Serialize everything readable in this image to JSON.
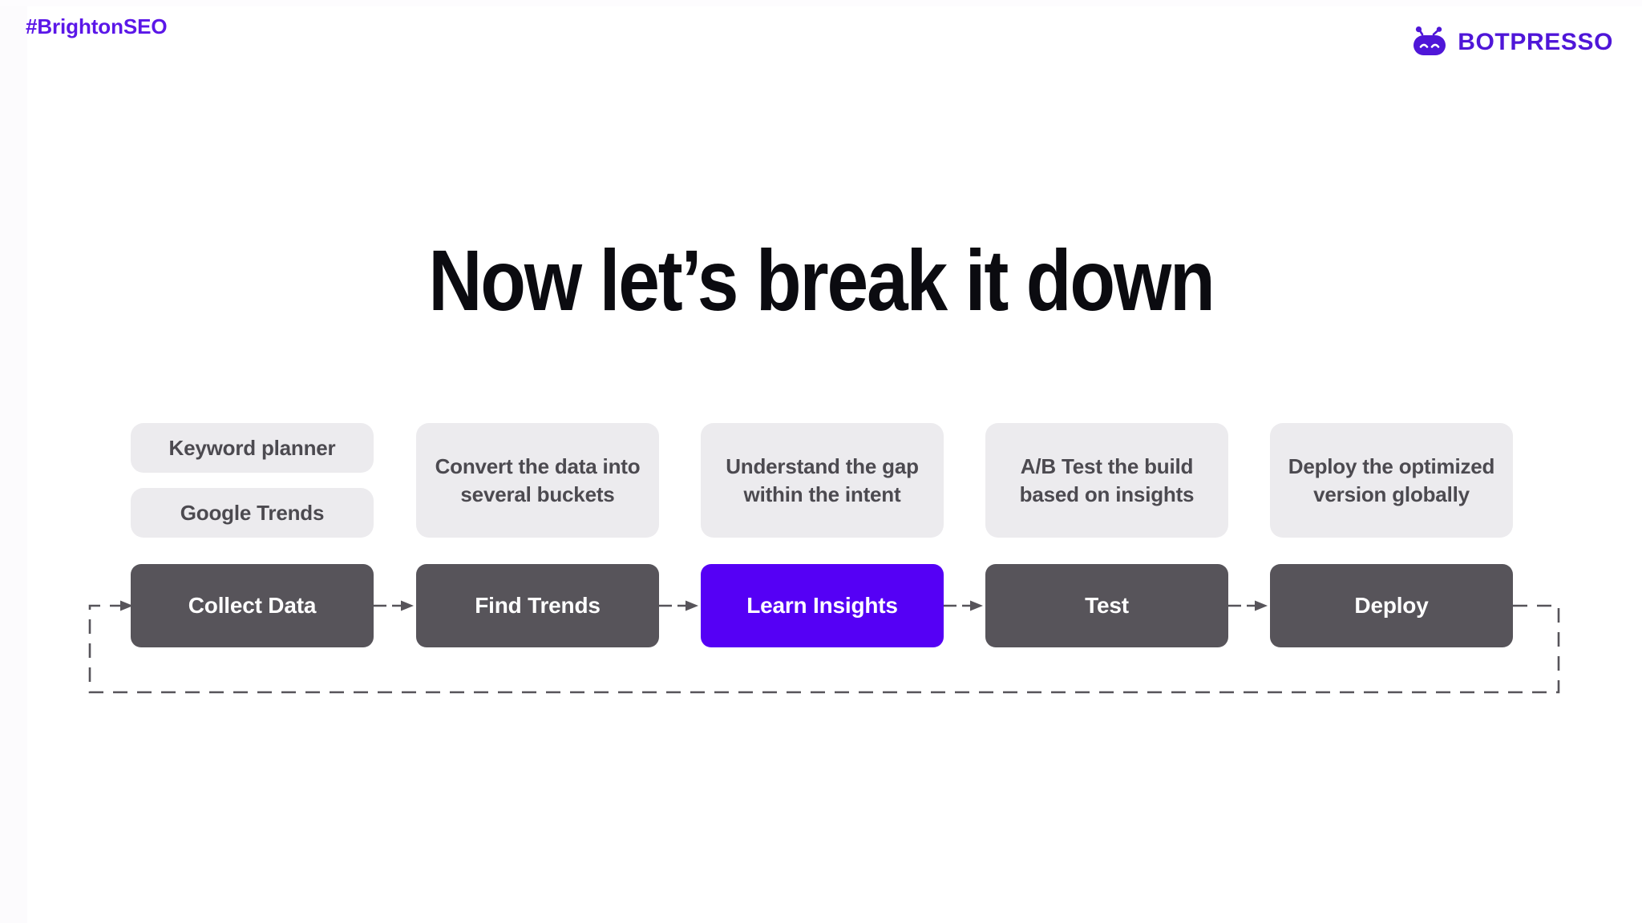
{
  "slide": {
    "background_color": "#ffffff",
    "hashtag": "#BrightonSEO",
    "hashtag_color": "#5b17e8",
    "title": "Now let’s break it down",
    "title_color": "#0b0b10"
  },
  "brand": {
    "wordmark": "BOTPRESSO",
    "mark_name": "botpresso-robot-head-logo",
    "color": "#4f16d8"
  },
  "theme": {
    "accent_purple": "#5500f5",
    "step_gray": "#57545a",
    "card_gray": "#ecebee",
    "card_text": "#4c4a50",
    "connector_gray": "#57545a"
  },
  "diagram": {
    "type": "process-flow",
    "orientation": "horizontal",
    "loop_label": "feedback loop from Deploy back to Collect Data",
    "columns": [
      {
        "id": "collect-data",
        "step_label": "Collect Data",
        "active": false,
        "details": [
          "Keyword planner",
          "Google Trends"
        ]
      },
      {
        "id": "find-trends",
        "step_label": "Find Trends",
        "active": false,
        "details": [
          "Convert the data into several buckets"
        ]
      },
      {
        "id": "learn-insights",
        "step_label": "Learn Insights",
        "active": true,
        "details": [
          "Understand the gap within the intent"
        ]
      },
      {
        "id": "test",
        "step_label": "Test",
        "active": false,
        "details": [
          "A/B Test the build based on insights"
        ]
      },
      {
        "id": "deploy",
        "step_label": "Deploy",
        "active": false,
        "details": [
          "Deploy the optimized version globally"
        ]
      }
    ]
  }
}
